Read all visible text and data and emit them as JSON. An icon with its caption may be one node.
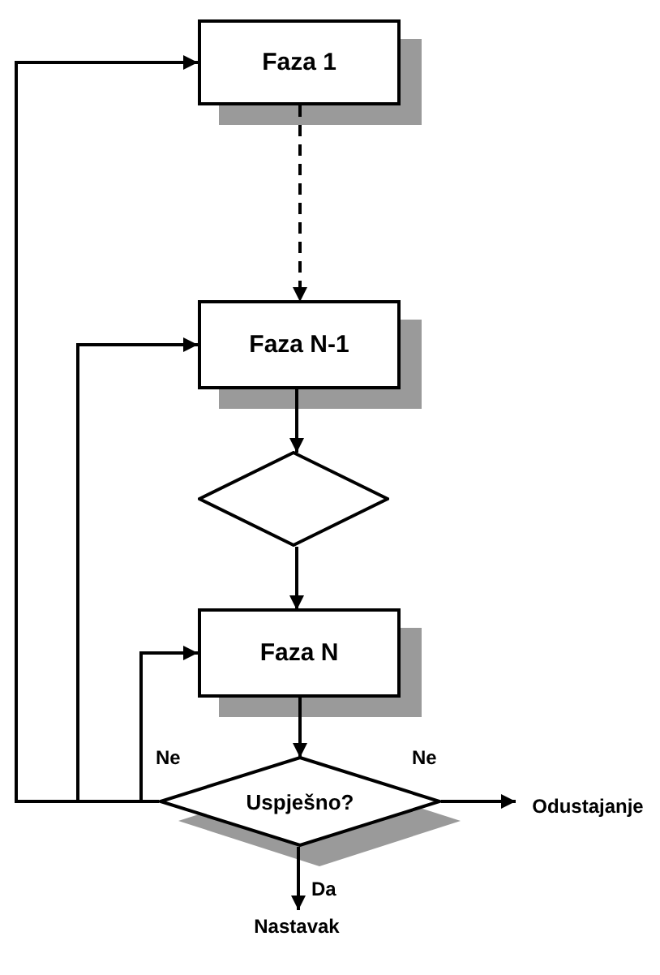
{
  "diagram": {
    "nodes": [
      {
        "text": [
          "Faza 1"
        ]
      },
      {
        "text": [
          "Faza N-1"
        ]
      },
      {
        "text": [],
        "shape": "diamond"
      },
      {
        "text": [
          "Faza N"
        ]
      },
      {
        "text": [
          "Uspješno?"
        ]
      },
      {
        "text": [
          "Odustajanje"
        ]
      },
      {
        "text": [
          "Nastavak"
        ]
      }
    ],
    "edges": [
      {
        "from": 0,
        "to": 1,
        "arrow": "to",
        "style": "dashed"
      },
      {
        "from": 1,
        "to": 2,
        "arrow": "to"
      },
      {
        "from": 2,
        "to": 3,
        "arrow": "to"
      },
      {
        "from": 3,
        "to": 4,
        "arrow": "to"
      },
      {
        "from": 4,
        "to": 0,
        "arrow": "to"
      },
      {
        "from": 4,
        "to": 1,
        "arrow": "to"
      },
      {
        "from": 4,
        "to": 3,
        "arrow": "to",
        "label": "Ne"
      },
      {
        "from": 4,
        "to": 5,
        "arrow": "to",
        "label": "Ne"
      },
      {
        "from": 4,
        "to": 6,
        "arrow": "to",
        "label": "Da"
      }
    ]
  }
}
